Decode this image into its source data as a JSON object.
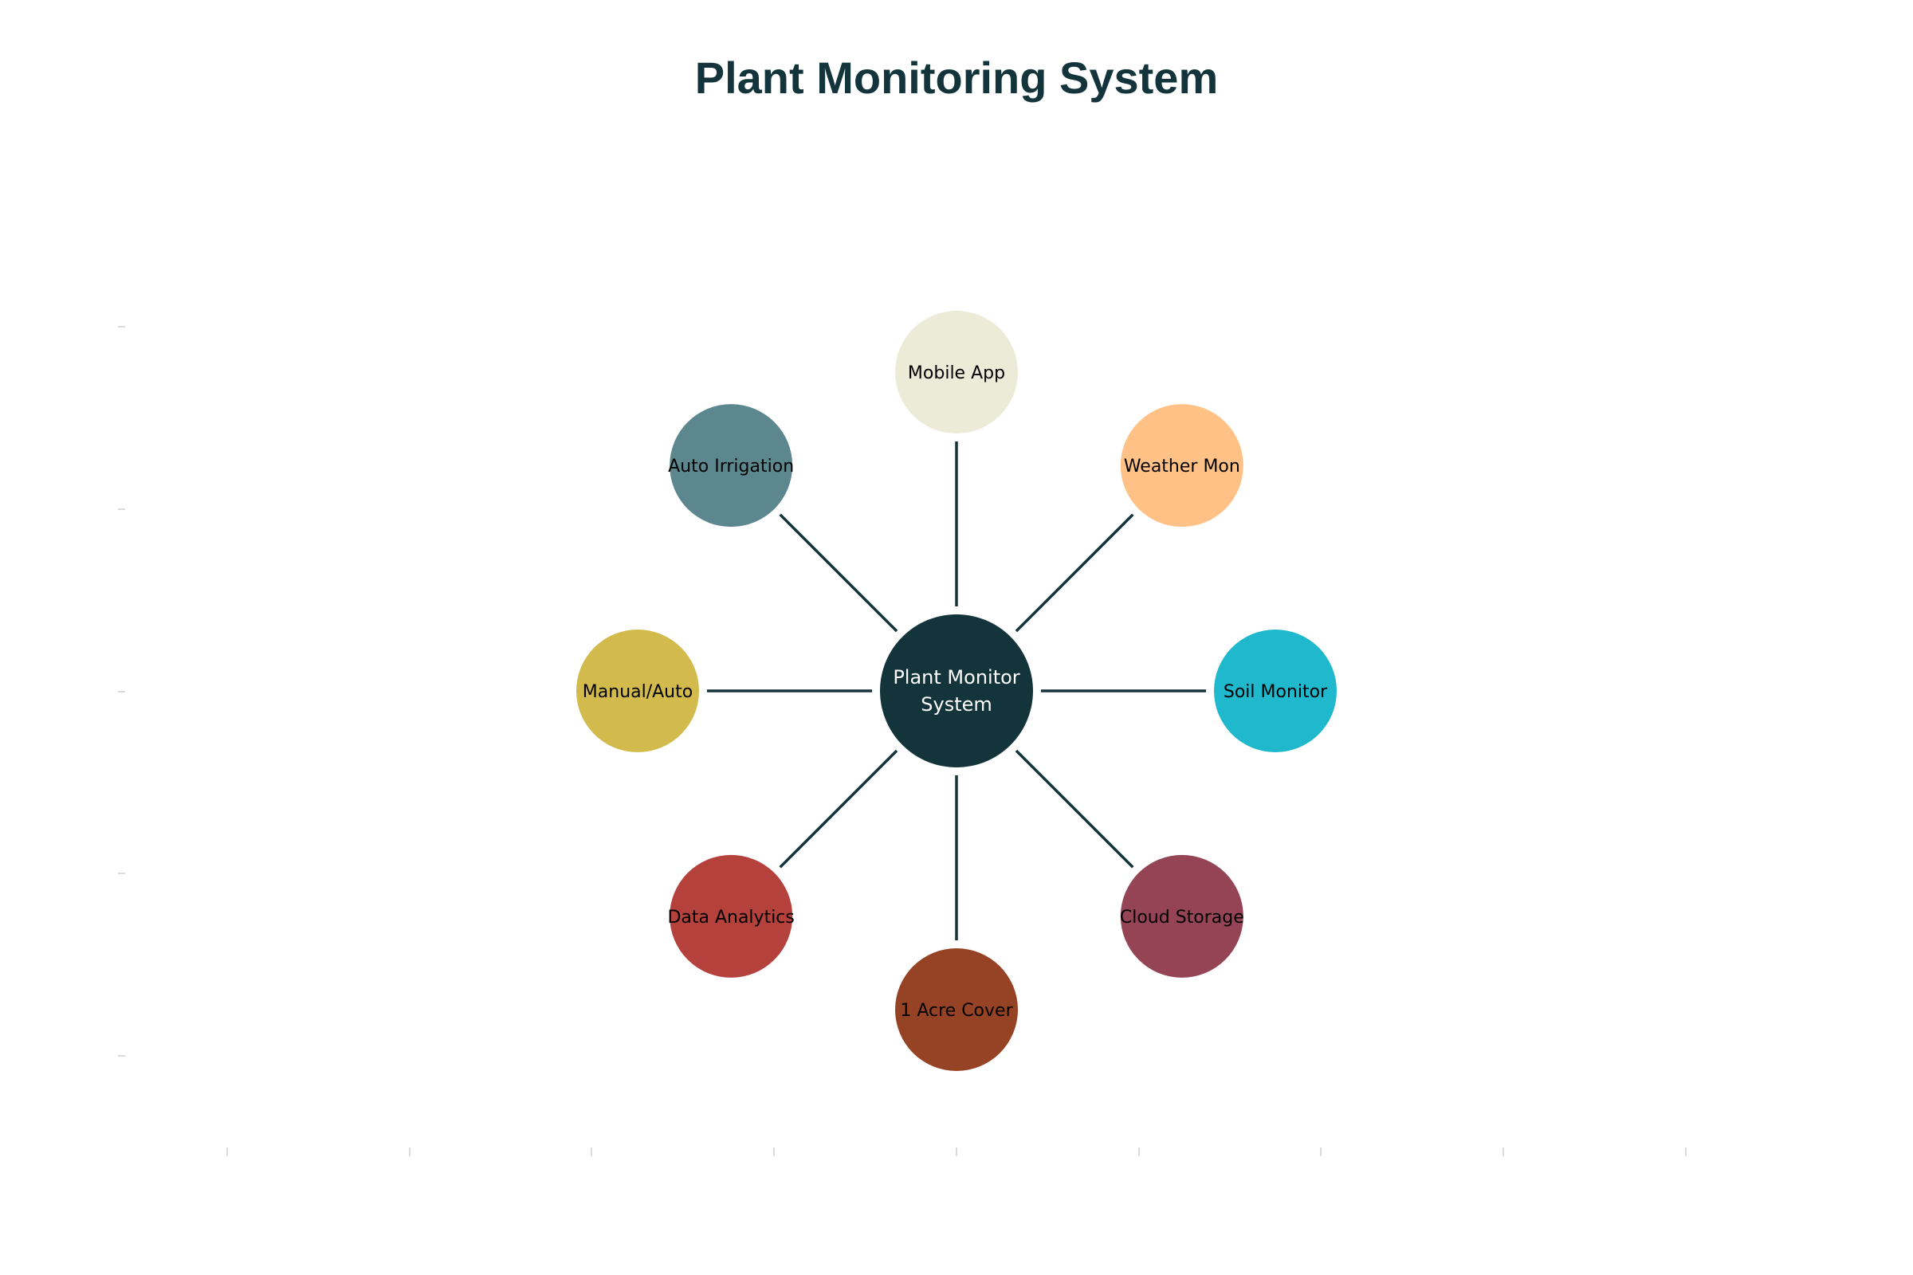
{
  "title": "Plant Monitoring System",
  "center": {
    "label_lines": [
      "Plant Monitor",
      "System"
    ],
    "color": "#13343b"
  },
  "nodes": [
    {
      "id": "mobile-app",
      "label": "Mobile App",
      "color": "#ebebd7"
    },
    {
      "id": "weather-mon",
      "label": "Weather Mon",
      "color": "#ffc185"
    },
    {
      "id": "soil-monitor",
      "label": "Soil Monitor",
      "color": "#1fb8cd"
    },
    {
      "id": "cloud-storage",
      "label": "Cloud Storage",
      "color": "#944454"
    },
    {
      "id": "1-acre-cover",
      "label": "1 Acre Cover",
      "color": "#964325"
    },
    {
      "id": "data-analytics",
      "label": "Data Analytics",
      "color": "#b4413c"
    },
    {
      "id": "manual-auto",
      "label": "Manual/Auto",
      "color": "#d2ba4c"
    },
    {
      "id": "auto-irrigation",
      "label": "Auto Irrigation",
      "color": "#5d878f"
    }
  ],
  "edge_color": "#13343b"
}
